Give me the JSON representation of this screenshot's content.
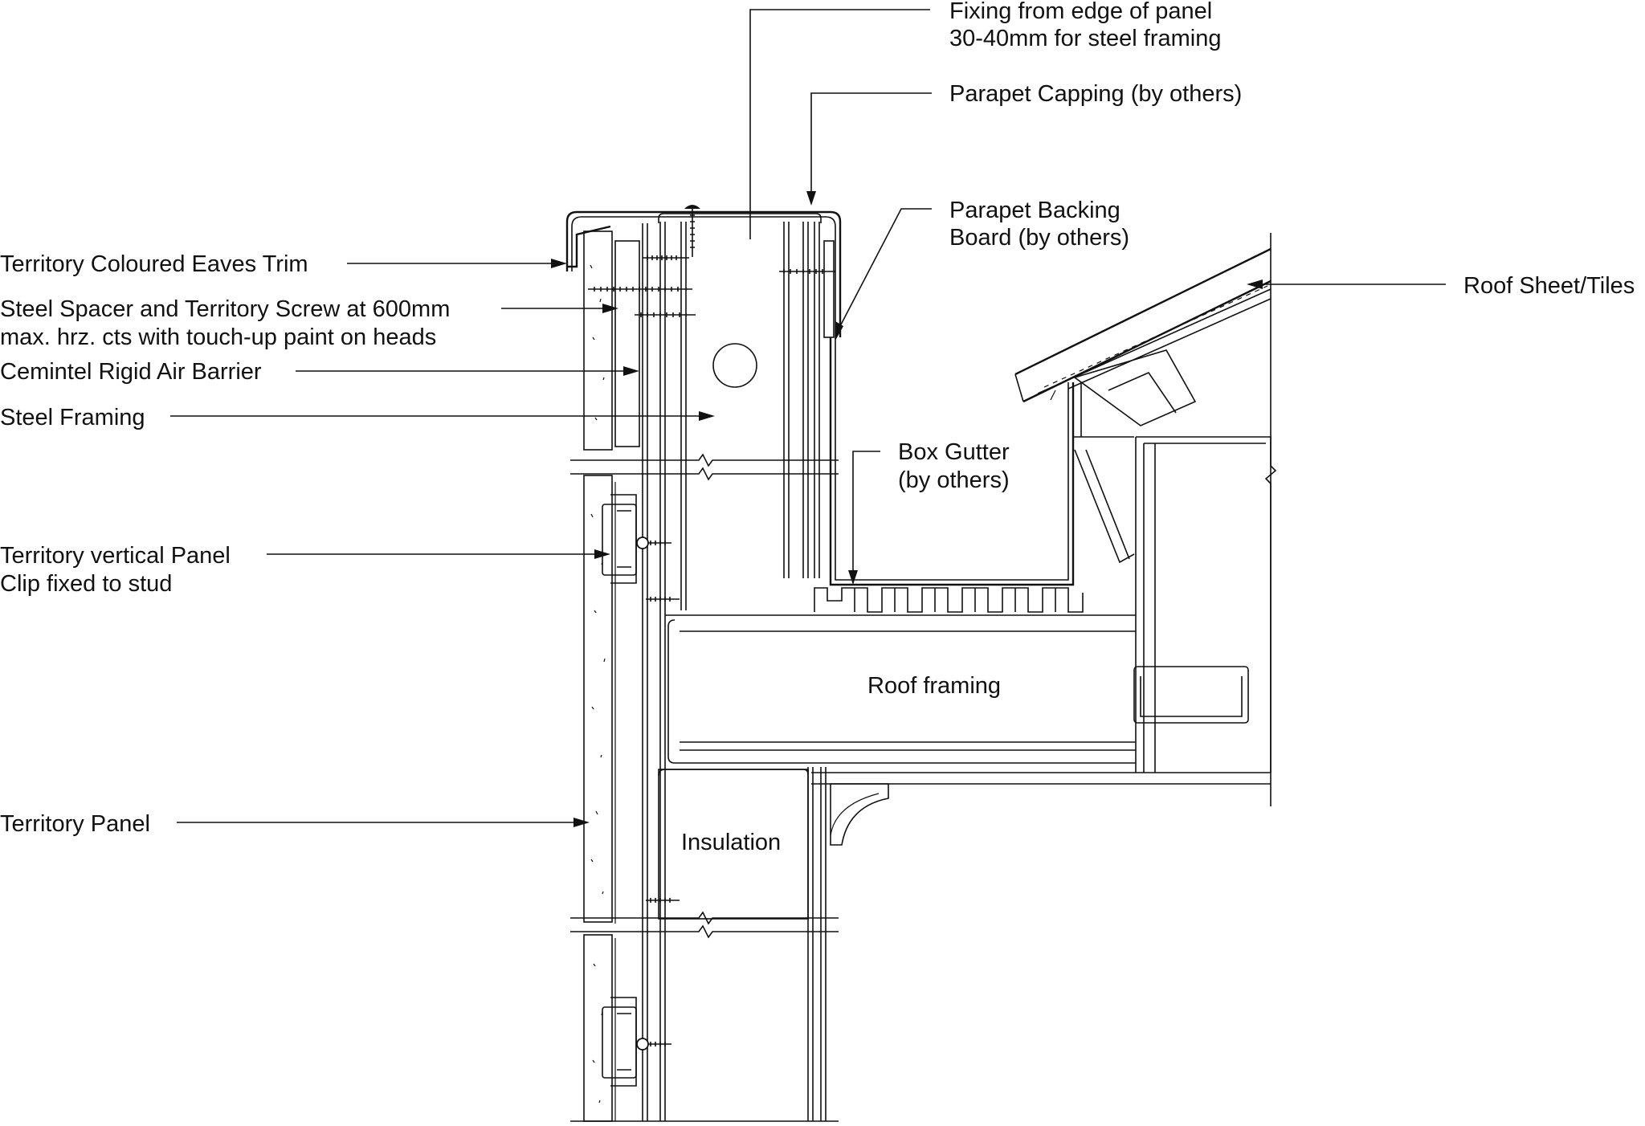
{
  "labels": {
    "fixing_line1": "Fixing from edge of panel",
    "fixing_line2": "30-40mm for steel framing",
    "parapet_capping": "Parapet Capping (by others)",
    "backing_line1": "Parapet Backing",
    "backing_line2": "Board (by others)",
    "eaves_trim": "Territory Coloured Eaves Trim",
    "spacer_line1": "Steel Spacer and Territory Screw at 600mm",
    "spacer_line2": "max. hrz. cts with touch-up paint on heads",
    "air_barrier": "Cemintel Rigid Air Barrier",
    "steel_framing": "Steel Framing",
    "box_gutter_line1": "Box Gutter",
    "box_gutter_line2": "(by others)",
    "clip_line1": "Territory vertical Panel",
    "clip_line2": "Clip fixed to stud",
    "roof_sheet": "Roof Sheet/Tiles",
    "roof_framing": "Roof framing",
    "insulation": "Insulation",
    "territory_panel": "Territory Panel"
  },
  "colors": {
    "ink": "#111111",
    "paper": "#ffffff"
  }
}
